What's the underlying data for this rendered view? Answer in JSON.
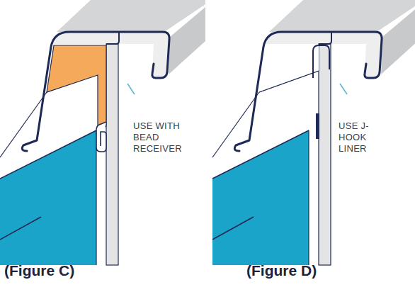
{
  "diagram": {
    "labels": [
      "USE WITH BEAD RECEIVER",
      "(Figure C)",
      "USE J-HOOK LINER",
      "(Figure D)"
    ]
  }
}
